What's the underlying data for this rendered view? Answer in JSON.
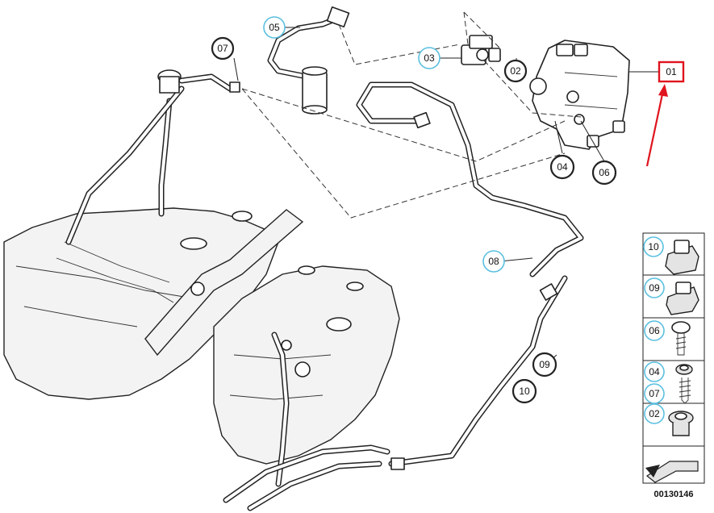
{
  "diagram_id": "00130146",
  "callouts": [
    {
      "id": "01",
      "highlighted": true
    },
    {
      "id": "02"
    },
    {
      "id": "03"
    },
    {
      "id": "04"
    },
    {
      "id": "05"
    },
    {
      "id": "06"
    },
    {
      "id": "07"
    },
    {
      "id": "08"
    },
    {
      "id": "09"
    },
    {
      "id": "10"
    }
  ],
  "legend_items": [
    "10",
    "09",
    "06",
    "04",
    "07",
    "02"
  ],
  "colors": {
    "callout_ring": "#5bc0e0",
    "highlight": "#e0141e",
    "line": "#222222"
  }
}
